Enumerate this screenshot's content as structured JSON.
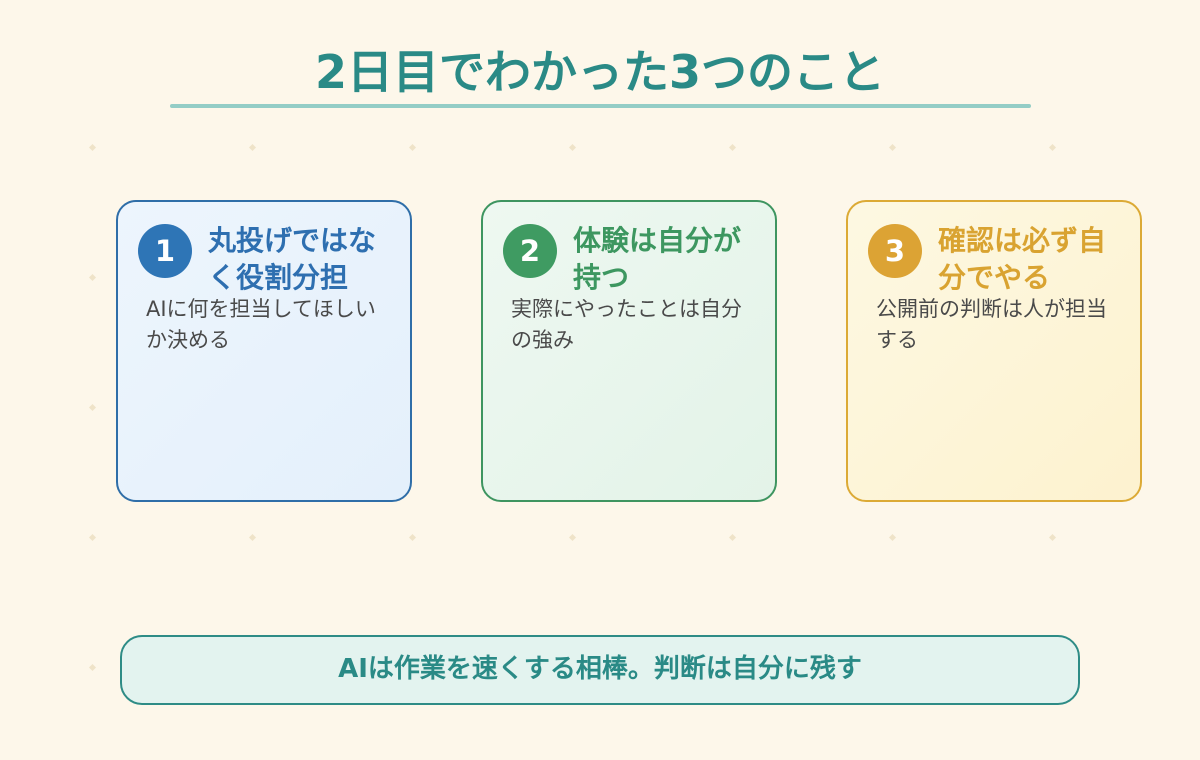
{
  "title": "2日目でわかった3つのこと",
  "cards": [
    {
      "number": "1",
      "heading": "丸投げではなく役割分担",
      "body": "AIに何を担当してほしいか決める"
    },
    {
      "number": "2",
      "heading": "体験は自分が持つ",
      "body": "実際にやったことは自分の強み"
    },
    {
      "number": "3",
      "heading": "確認は必ず自分でやる",
      "body": "公開前の判断は人が担当する"
    }
  ],
  "summary": "AIは作業を速くする相棒。判断は自分に残す",
  "colors": {
    "background": "#fdf7ea",
    "accent": "#2a8a86",
    "card_1": "#2e75b6",
    "card_2": "#3f9b62",
    "card_3": "#dca334"
  }
}
